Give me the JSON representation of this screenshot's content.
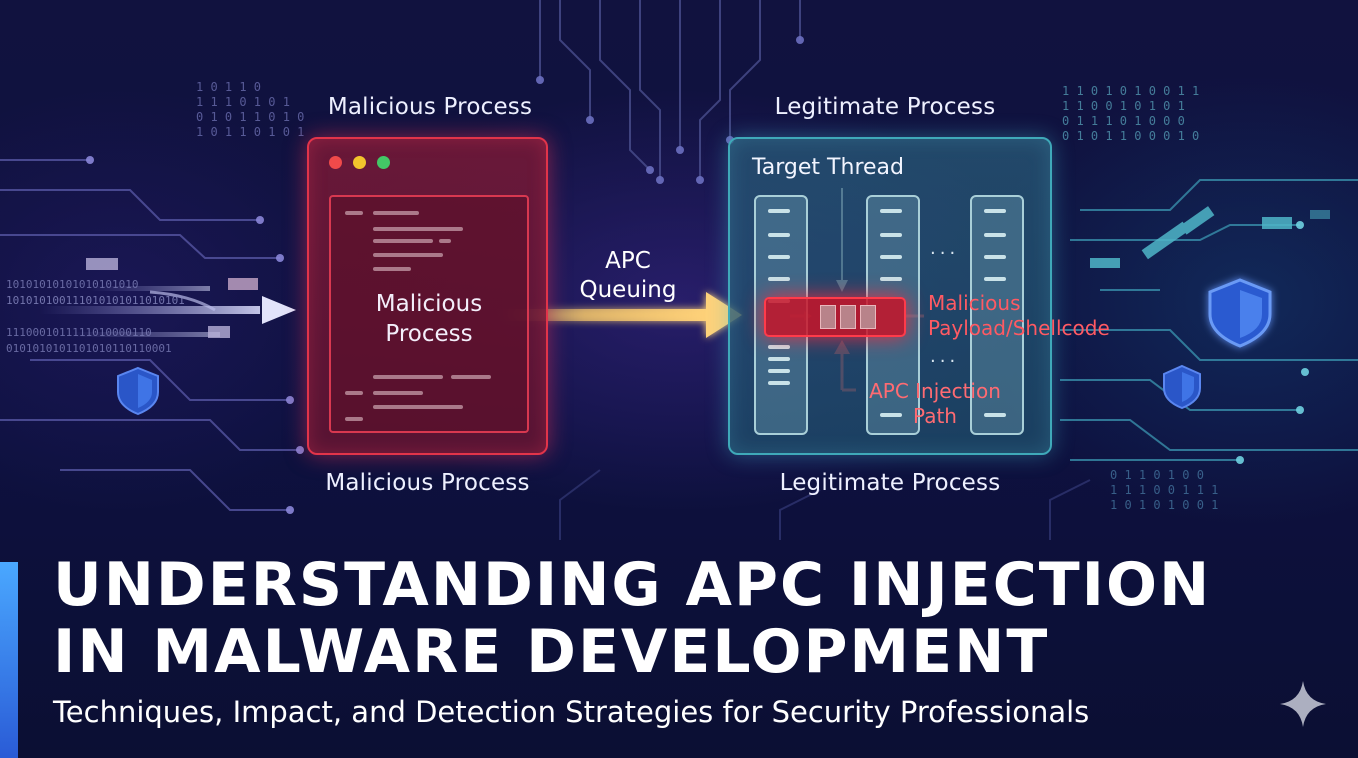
{
  "diagram": {
    "malicious_top_label": "Malicious Process",
    "malicious_bottom_label": "Malicious Process",
    "malicious_center_line1": "Malicious",
    "malicious_center_line2": "Process",
    "legitimate_top_label": "Legitimate Process",
    "legitimate_bottom_label": "Legitimate Process",
    "target_thread_label": "Target Thread",
    "arrow_label_line1": "APC",
    "arrow_label_line2": "Queuing",
    "payload_label_line1": "Malicious",
    "payload_label_line2": "Payload/Shellcode",
    "injection_label_line1": "APC Injection",
    "injection_label_line2": "Path",
    "ellipsis_top": "...",
    "ellipsis_mid": "...",
    "binary_left_1": "10101010101010101010",
    "binary_left_2": "101010100111010101011010101",
    "binary_left_3": "1110001011111010000110",
    "binary_left_4": "0101010101101010110110001",
    "binary_top_left": [
      "1 0 1 1 0",
      "1 1 1 0 1 0 1",
      "0 1 0 1 1 0 1 0",
      "1 0 1 1 0 1 0 1"
    ],
    "binary_top_right": [
      "1 1 0 1 0 1 0 0 1 1",
      "1 1 0 0 1 0 1 0 1",
      "0 1 1 1 0 1 0 0 0",
      "0 1 0 1 1 0 0 0 1 0"
    ],
    "binary_bottom_right": [
      "0 1 1 0 1 0 0",
      "1 1 1 0 0 1 1 1",
      "1 0 1 0 1 0 0 1"
    ]
  },
  "colors": {
    "malicious": "#e2344a",
    "legitimate": "#3fa9b9",
    "arrow": "#f2c46a",
    "shield": "#2e6be0"
  },
  "heading": {
    "title_line1": "UNDERSTANDING APC INJECTION",
    "title_line2": "IN MALWARE DEVELOPMENT",
    "subtitle": "Techniques, Impact, and Detection Strategies for Security Professionals"
  }
}
